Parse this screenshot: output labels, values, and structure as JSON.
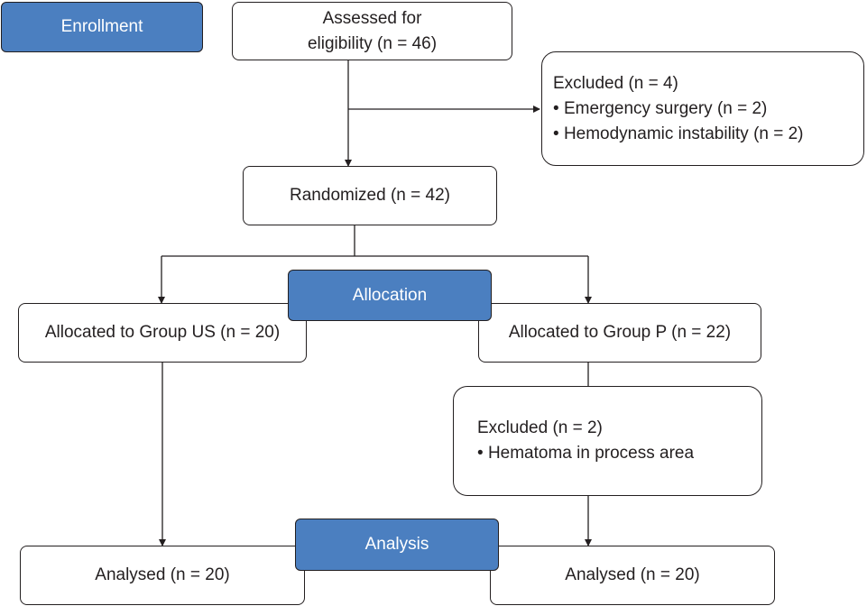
{
  "colors": {
    "stage_fill": "#4b7fc0",
    "stroke": "#231f20",
    "box_fill": "#ffffff"
  },
  "stages": {
    "enrollment": "Enrollment",
    "allocation": "Allocation",
    "analysis": "Analysis"
  },
  "assessed": {
    "line1": "Assessed for",
    "line2": "eligibility (n = 46)"
  },
  "excluded_enrollment": {
    "title": "Excluded (n = 4)",
    "items": [
      "Emergency surgery (n = 2)",
      "Hemodynamic instability (n = 2)"
    ]
  },
  "randomized": "Randomized (n = 42)",
  "group_us": {
    "allocated": "Allocated to Group US (n = 20)",
    "analysed": "Analysed (n = 20)"
  },
  "group_p": {
    "allocated": "Allocated to Group P (n = 22)",
    "excluded_title": "Excluded (n = 2)",
    "excluded_items": [
      "Hematoma in process area"
    ],
    "analysed": "Analysed (n = 20)"
  }
}
